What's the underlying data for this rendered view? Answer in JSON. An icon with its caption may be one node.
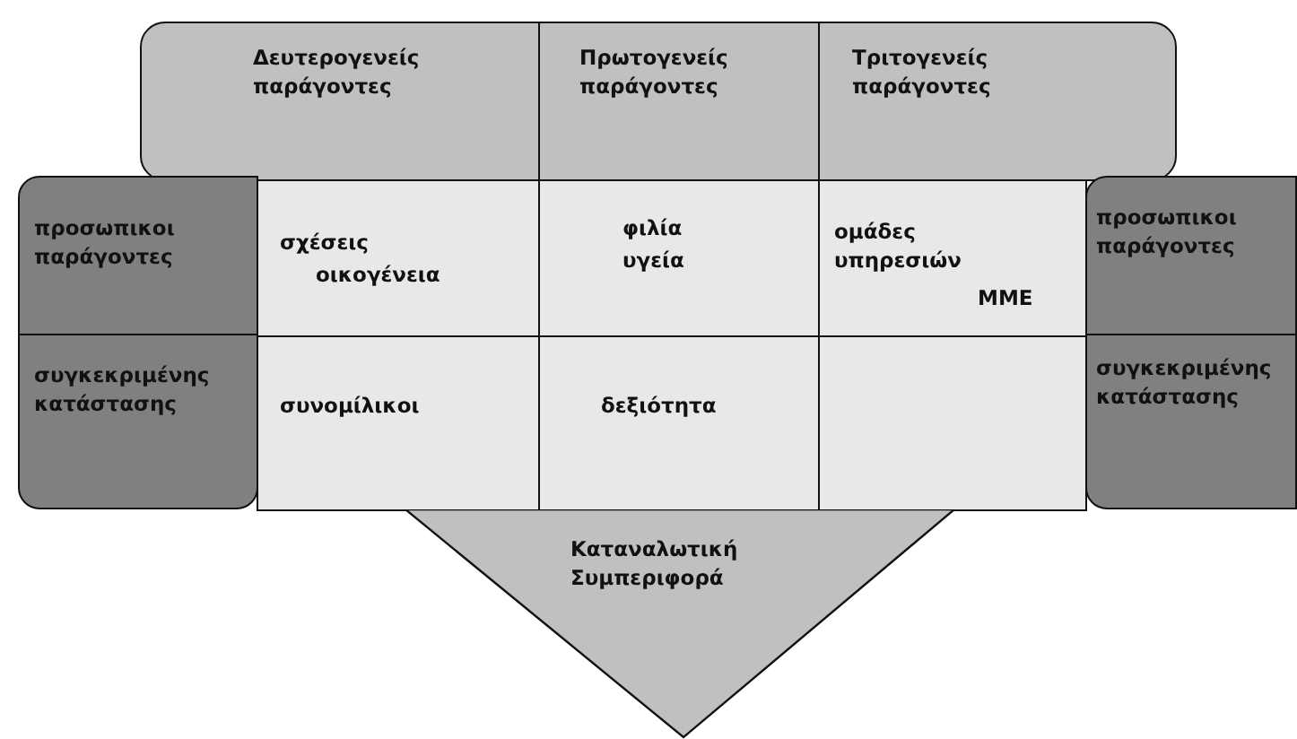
{
  "diagram": {
    "nodes": [
      {
        "text": [
          "Δευτερογενείς παράγοντες"
        ]
      },
      {
        "text": [
          "Πρωτογενείς παράγοντες"
        ]
      },
      {
        "text": [
          "Τριτογενείς παράγοντες"
        ]
      },
      {
        "text": [
          "προσωπικοι παράγοντες"
        ]
      },
      {
        "text": [
          "σχέσεις",
          "οικογένεια"
        ]
      },
      {
        "text": [
          "φιλία",
          "υγεία"
        ]
      },
      {
        "text": [
          "ομάδες υπηρεσιών",
          "ΜΜΕ"
        ]
      },
      {
        "text": [
          "προσωπικοι παράγοντες"
        ]
      },
      {
        "text": [
          "συγκεκριμένης κατάστασης"
        ]
      },
      {
        "text": [
          "συνομίλικοι"
        ]
      },
      {
        "text": [
          "δεξιότητα"
        ]
      },
      {
        "text": [],
        "shape": "box"
      },
      {
        "text": [
          "συγκεκριμένης κατάστασης"
        ]
      },
      {
        "text": [
          "Καταναλωτική Συμπεριφορά"
        ]
      }
    ]
  }
}
